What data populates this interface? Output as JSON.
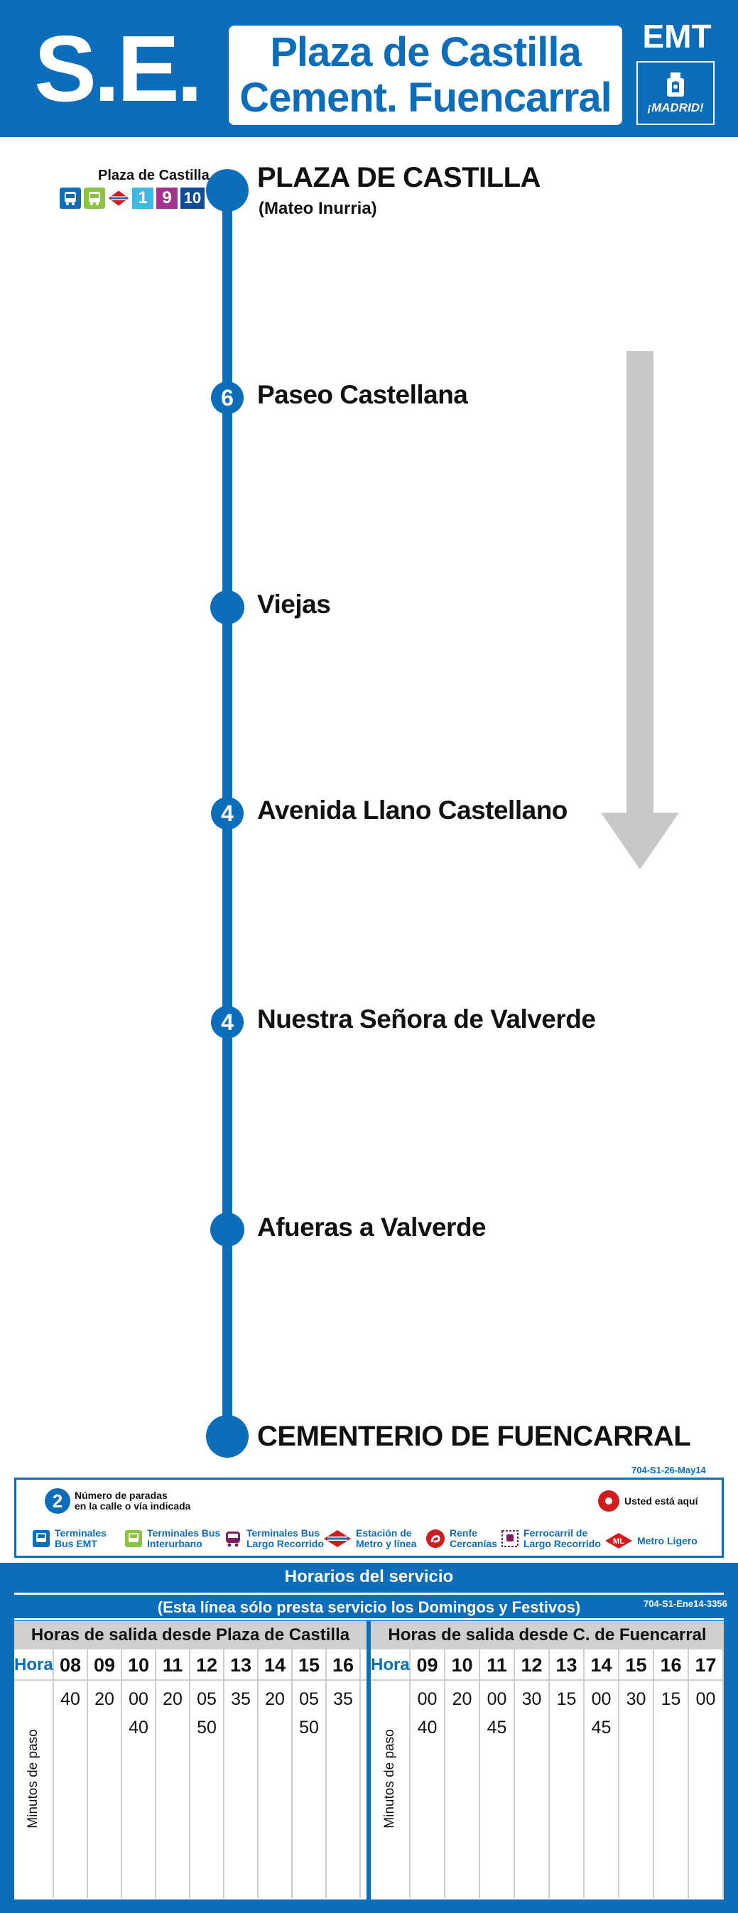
{
  "header": {
    "line_code": "S.E.",
    "origin": "Plaza de Castilla",
    "destination": "Cement. Fuencarral",
    "operator": "EMT",
    "city_brand": "¡MADRID!"
  },
  "route": {
    "connections_label": "Plaza de Castilla",
    "connection_lines": [
      "1",
      "9",
      "10"
    ],
    "stops": [
      {
        "name": "PLAZA DE CASTILLA",
        "sub": "(Mateo Inurria)",
        "count": "",
        "type": "terminal"
      },
      {
        "name": "Paseo Castellana",
        "count": "6",
        "type": "stop"
      },
      {
        "name": "Viejas",
        "count": "",
        "type": "stop"
      },
      {
        "name": "Avenida Llano Castellano",
        "count": "4",
        "type": "stop"
      },
      {
        "name": "Nuestra Señora de Valverde",
        "count": "4",
        "type": "stop"
      },
      {
        "name": "Afueras a Valverde",
        "count": "",
        "type": "stop"
      },
      {
        "name": "CEMENTERIO DE FUENCARRAL",
        "count": "",
        "type": "terminal"
      }
    ],
    "sheet_code": "704-S1-26-May14"
  },
  "legend": {
    "stops_number_example": "2",
    "stops_number_text_1": "Número de paradas",
    "stops_number_text_2": "en la calle o vía indicada",
    "you_are_here": "Usted está aquí",
    "items": [
      {
        "l1": "Terminales",
        "l2": "Bus EMT"
      },
      {
        "l1": "Terminales Bus",
        "l2": "Interurbano"
      },
      {
        "l1": "Terminales Bus",
        "l2": "Largo Recorrido"
      },
      {
        "l1": "Estación de",
        "l2": "Metro y línea"
      },
      {
        "l1": "Renfe",
        "l2": "Cercanías"
      },
      {
        "l1": "Ferrocarril de",
        "l2": "Largo Recorrido"
      },
      {
        "l1": "Metro Ligero",
        "l2": ""
      }
    ]
  },
  "timetable": {
    "title": "Horarios del servicio",
    "subtitle": "(Esta línea sólo presta servicio los Domingos y Festivos)",
    "code": "704-S1-Ene14-3356",
    "hour_label": "Hora",
    "minutes_label": "Minutos de paso",
    "left": {
      "heading": "Horas de salida desde Plaza de Castilla",
      "hours": [
        "08",
        "09",
        "10",
        "11",
        "12",
        "13",
        "14",
        "15",
        "16"
      ],
      "minutes": [
        [
          "40"
        ],
        [
          "20"
        ],
        [
          "00",
          "40"
        ],
        [
          "20"
        ],
        [
          "05",
          "50"
        ],
        [
          "35"
        ],
        [
          "20"
        ],
        [
          "05",
          "50"
        ],
        [
          "35"
        ]
      ]
    },
    "right": {
      "heading": "Horas de salida desde C. de Fuencarral",
      "hours": [
        "09",
        "10",
        "11",
        "12",
        "13",
        "14",
        "15",
        "16",
        "17"
      ],
      "minutes": [
        [
          "00",
          "40"
        ],
        [
          "20"
        ],
        [
          "00",
          "45"
        ],
        [
          "30"
        ],
        [
          "15"
        ],
        [
          "00",
          "45"
        ],
        [
          "30"
        ],
        [
          "15"
        ],
        [
          "00"
        ]
      ]
    }
  },
  "colors": {
    "emt_blue": "#0c6dba",
    "table_grey": "#cfcfcf",
    "arrow_grey": "#c8c8c8",
    "metro_red": "#d01c1f",
    "line1_cyan": "#3eb9e5",
    "line9_purple": "#a3338e",
    "line10_blue": "#0d4c9b",
    "interurban_green": "#8bc43f",
    "long_distance_purple": "#7b1f62"
  }
}
